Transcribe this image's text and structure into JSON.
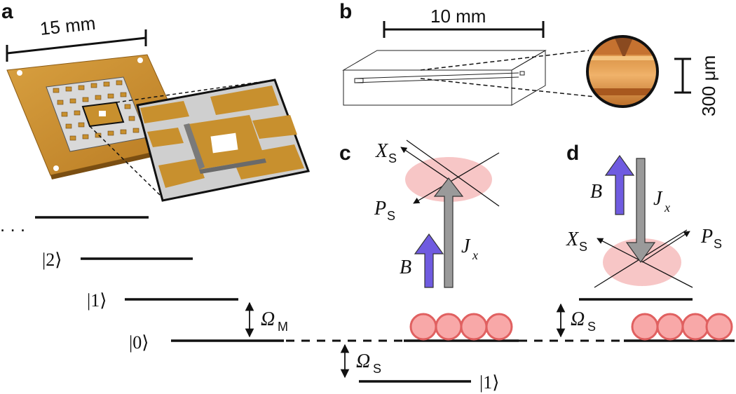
{
  "panels": {
    "a": "a",
    "b": "b",
    "c": "c",
    "d": "d"
  },
  "panel_a": {
    "scale_label": "15 mm",
    "dots": ". . .",
    "levels": {
      "two": "|2⟩",
      "one": "|1⟩",
      "zero": "|0⟩"
    },
    "omega": "Ω",
    "omega_sub": "M"
  },
  "panel_b": {
    "scale_label": "10 mm",
    "inset_scale_label": "300 μm"
  },
  "panel_c": {
    "x_main": "X",
    "x_sub": "S",
    "p_main": "P",
    "p_sub": "S",
    "b_label": "B",
    "j_main": "J",
    "j_sub": "x"
  },
  "panel_d": {
    "x_main": "X",
    "x_sub": "S",
    "p_main": "P",
    "p_sub": "S",
    "b_label": "B",
    "j_main": "J",
    "j_sub": "x"
  },
  "bottom": {
    "omega_left": "Ω",
    "omega_left_sub": "S",
    "omega_right": "Ω",
    "omega_right_sub": "S",
    "lower_ket": "|1⟩"
  },
  "colors": {
    "membrane": "#c8902e",
    "membrane_dark": "#8a5a14",
    "b_arrow": "#6f5be0",
    "j_arrow": "#9a9a9a",
    "ellipse": "#f6bcbc",
    "atom_fill": "#f8a8a8",
    "atom_stroke": "#e06060"
  }
}
